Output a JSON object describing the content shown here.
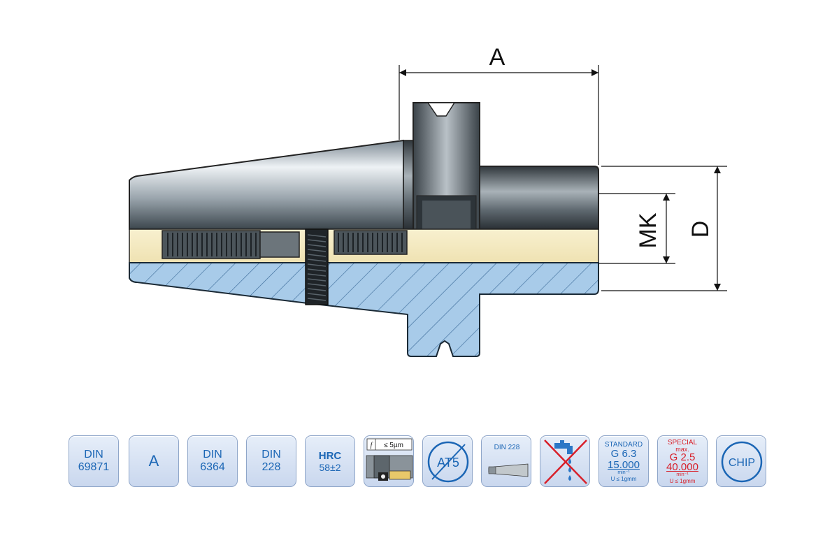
{
  "dimensions": {
    "a": "A",
    "mk": "MK",
    "d": "D"
  },
  "badges": {
    "din69871": [
      "DIN",
      "69871"
    ],
    "form": "A",
    "din6364": [
      "DIN",
      "6364"
    ],
    "din228": [
      "DIN",
      "228"
    ],
    "hardness": [
      "HRC",
      "58±2"
    ],
    "runout": "≤ 5µm",
    "at5": "AT5",
    "taper_label": "DIN 228",
    "std_balance": {
      "title": "STANDARD",
      "grade": "G 6.3",
      "rpm": "15.000",
      "unit": "min⁻¹",
      "note": "U ≤ 1gmm"
    },
    "spec_balance": {
      "title": "SPECIAL",
      "sub": "max.",
      "grade": "G 2.5",
      "rpm": "40.000",
      "unit": "min⁻¹",
      "note": "U ≤ 1gmm"
    },
    "chip": "CHIP"
  },
  "colors": {
    "section_blue": "#a8cbe9",
    "bore_cream": "#f5ecc4",
    "badge_text": "#1b66b5",
    "special_red": "#d8202a"
  }
}
